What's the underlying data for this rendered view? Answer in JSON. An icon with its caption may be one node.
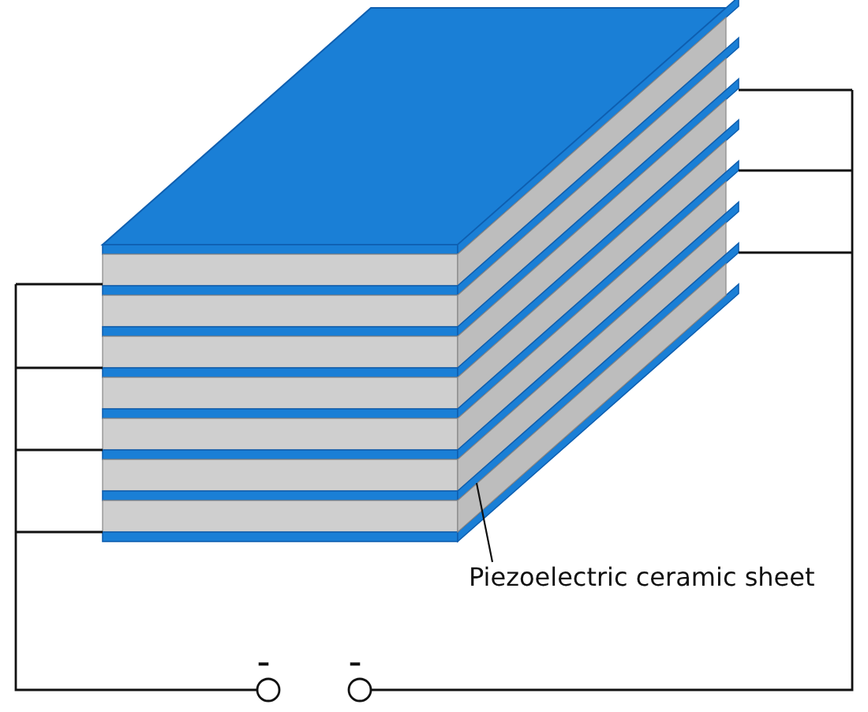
{
  "diagram": {
    "nodes": [
      {
        "text": [
          "Piezoelectric ceramic sheet"
        ]
      },
      {
        "text": [],
        "shape": "box"
      }
    ],
    "edges": [
      {
        "from": 0,
        "to": 1,
        "arrow": "none"
      }
    ],
    "labels": [
      "–",
      "–"
    ]
  }
}
